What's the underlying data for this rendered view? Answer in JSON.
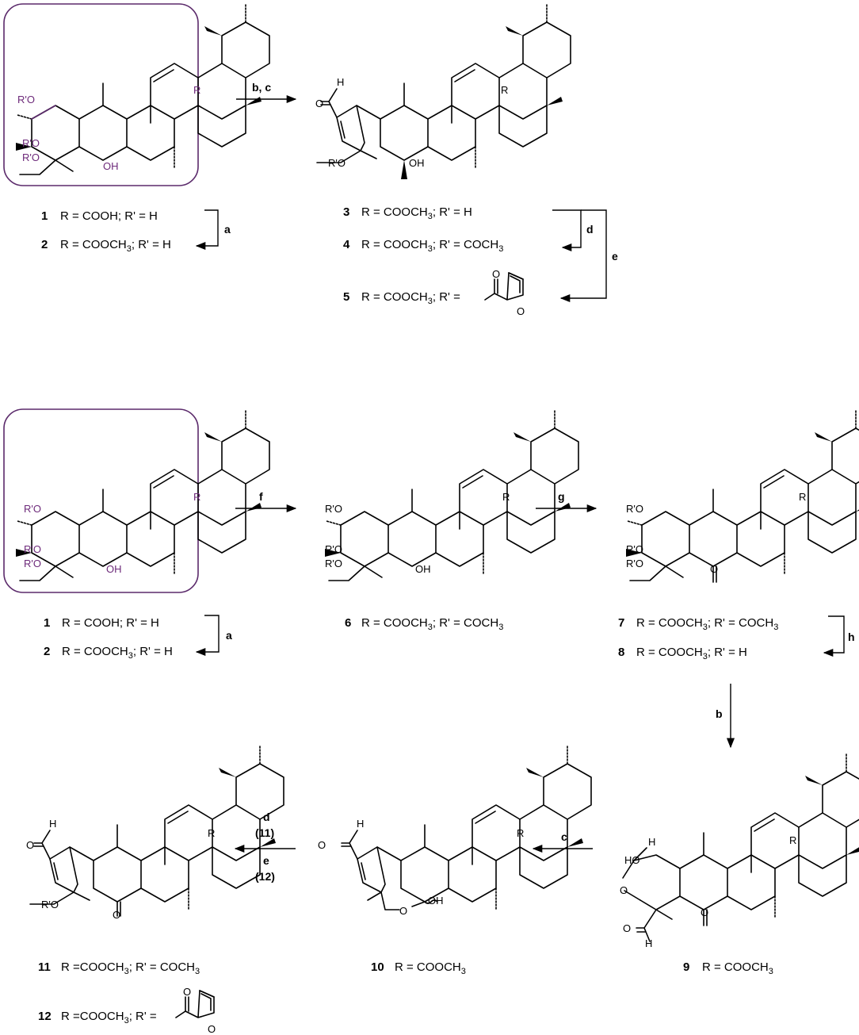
{
  "atoms": {
    "r": "R",
    "ro": "R'O",
    "oh": "OH",
    "ho": "HO",
    "h": "H",
    "o": "O",
    "oh_wavy": "OH"
  },
  "reagents": {
    "a": "a",
    "b": "b",
    "bc": "b, c",
    "c": "c",
    "d": "d",
    "d11": "(11)",
    "e": "e",
    "e12": "(12)",
    "f": "f",
    "g": "g",
    "h": "h"
  },
  "compounds": {
    "c1": {
      "id": "1",
      "text": "R = COOH; R' = H"
    },
    "c2": {
      "id": "2",
      "text_a": "R = COOCH",
      "text_b": "; R' = H"
    },
    "c3": {
      "id": "3",
      "text_a": "R = COOCH",
      "text_b": "; R' = H"
    },
    "c4": {
      "id": "4",
      "text_a": "R = COOCH",
      "text_b": "; R' = COCH"
    },
    "c5": {
      "id": "5",
      "text_a": "R = COOCH",
      "text_b": "; R' ="
    },
    "c6": {
      "id": "6",
      "text_a": "R = COOCH",
      "text_b": "; R' = COCH"
    },
    "c7": {
      "id": "7",
      "text_a": "R = COOCH",
      "text_b": "; R' = COCH"
    },
    "c8": {
      "id": "8",
      "text_a": "R = COOCH",
      "text_b": "; R' = H"
    },
    "c9": {
      "id": "9",
      "text_a": "R = COOCH"
    },
    "c10": {
      "id": "10",
      "text_a": "R = COOCH"
    },
    "c11": {
      "id": "11",
      "text_a": "R =COOCH",
      "text_b": "; R' = COCH"
    },
    "c12": {
      "id": "12",
      "text_a": "R =COOCH",
      "text_b": "; R' ="
    },
    "sub3": "3"
  },
  "colors": {
    "box": "#5b2a6b",
    "highlight": "#6d2a7a",
    "line": "#000000"
  }
}
